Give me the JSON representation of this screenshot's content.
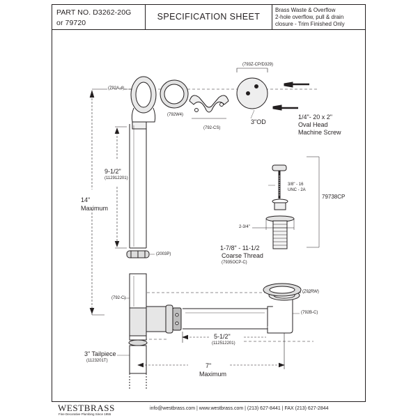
{
  "header": {
    "part_line1": "PART NO.  D3262-20G",
    "part_line2": "or 79720",
    "title": "SPECIFICATION SHEET",
    "desc_line1": "Brass Waste & Overflow",
    "desc_line2": "2-hole overflow, pull & drain",
    "desc_line3": "closure - Trim Finished Only"
  },
  "labels": {
    "elbow_part": "(792A-4)",
    "gasket_part": "(792W4)",
    "clip_part": "(792-CS)",
    "plate_part": "(793Z-CP/D329)",
    "plate_od": "3\"OD",
    "screw_size": "1/4\"- 20 x 2\"",
    "screw_head": "Oval Head",
    "screw_type": "Machine Screw",
    "stopper_part": "79738CP",
    "thread_small_1": "3/8\" - 16",
    "thread_small_2": "UNC - 2A",
    "dim_234": "2-3/4\"",
    "coarse_size": "1-7/8\" - 11-1/2",
    "coarse_label": "Coarse Thread",
    "coarse_part": "(7935OCP-C)",
    "dim_912": "9-1/2\"",
    "dim_912_part": "(112912201)",
    "dim_14": "14\"",
    "dim_14_sub": "Maximum",
    "nut_part": "(2003P)",
    "tee_part": "(792-C)",
    "ring_part": "(792RW)",
    "shoe_part": "(792B-C)",
    "dim_512": "5-1/2\"",
    "dim_512_part": "(112512201)",
    "tail_label": "3\" Tailpiece",
    "tail_part": "(1123201T)",
    "dim_7": "7\"",
    "dim_7_sub": "Maximum"
  },
  "footer": {
    "brand": "WESTBRASS",
    "tagline": "Fine Decorative Plumbing Since 1955",
    "contact": "info@westbrass.com | www.westbrass.com |  (213) 627-8441  |  FAX (213) 627-2844"
  }
}
